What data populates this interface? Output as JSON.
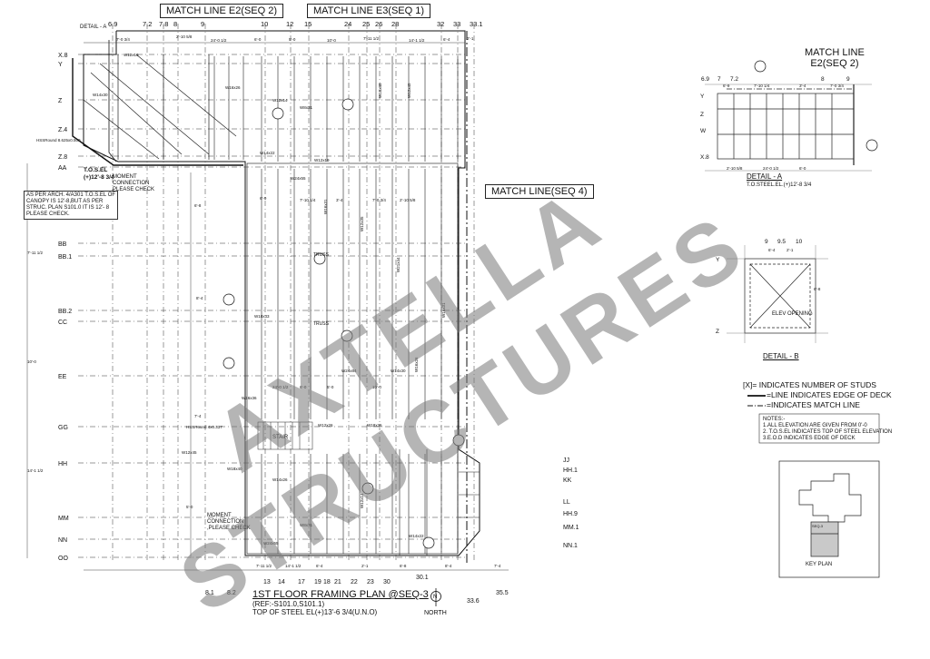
{
  "drawing": {
    "match_lines": {
      "e2_top": "MATCH LINE E2(SEQ 2)",
      "e3_top": "MATCH LINE E3(SEQ 1)",
      "seq4": "MATCH LINE(SEQ 4)",
      "e2_right_line1": "MATCH LINE",
      "e2_right_line2": "E2(SEQ 2)"
    },
    "top_grid": [
      "6.9",
      "7.2",
      "7.8",
      "8",
      "9",
      "10",
      "12",
      "15",
      "24",
      "25",
      "26",
      "28",
      "32",
      "33",
      "33.1"
    ],
    "bottom_grid": [
      "8.1",
      "8.2",
      "13",
      "14",
      "17",
      "19",
      "18",
      "21",
      "22",
      "23",
      "30",
      "30.1",
      "33.6",
      "35.5"
    ],
    "left_grid": [
      "X.8",
      "Y",
      "Z",
      "Z.4",
      "Z.8",
      "AA",
      "BB",
      "BB.1",
      "BB.2",
      "CC",
      "EE",
      "GG",
      "HH",
      "MM",
      "NN",
      "OO"
    ],
    "right_grid": [
      "JJ",
      "HH.1",
      "KK",
      "LL",
      "HH.9",
      "MM.1",
      "NN.1"
    ],
    "detail_a_label": "DETAIL - A",
    "detail_a_plan_label": "DETAIL - A",
    "detail_a_note": "T.O.STEEL.EL.(+)12'-8 3/4",
    "detail_b_label": "DETAIL - B",
    "detail_a_grid_top": [
      "6.9",
      "7",
      "7.2",
      "8",
      "9"
    ],
    "detail_a_grid_left": [
      "Y",
      "Z",
      "W",
      "X.8"
    ],
    "detail_b_grid_top": [
      "9",
      "9.5",
      "10"
    ],
    "detail_b_grid_left": [
      "Y",
      "Z"
    ],
    "elev_opening": "ELEV OPENING",
    "legend": {
      "line1": "[X]= INDICATES  NUMBER OF STUDS",
      "line2": "=LINE INDICATES EDGE OF DECK",
      "line3": "=INDICATES MATCH LINE"
    },
    "notes": {
      "heading": "NOTES:-",
      "n1": "1.ALL ELEVATION ARE GIVEN FROM 0'-0",
      "n2": "2. T.O.S.EL INDICATES TOP OF STEEL ELEVATION",
      "n3": "3.E.O.D INDICATES EDGE OF DECK"
    },
    "key_plan_label": "KEY PLAN",
    "key_plan_seq": "SEQ-3",
    "callouts": {
      "canopy_1": "AS PER ARCH. 4/A301 T.O.S.EL OF",
      "canopy_2": "CANOPY IS 12'-8,BUT AS PER",
      "canopy_3": "STRUC. PLAN S101.0 IT IS 12'- 8",
      "canopy_4": "PLEASE CHECK.",
      "moment_top_1": "MOMENT",
      "moment_top_2": "CONNECTION",
      "moment_top_3": "PLEASE CHECK",
      "moment_bot_1": "MOMENT",
      "moment_bot_2": "CONNECTION",
      "moment_bot_3": ",PLEASE CHECK",
      "tos": "T.O.S.EL",
      "tos_val": "(+)12'-8 3/4",
      "stair": "STAIR",
      "truss": "TRUSS"
    },
    "title": {
      "main": "1ST FLOOR FRAMING PLAN @SEQ-3",
      "ref": "(REF:-S101.0,S101.1)",
      "tos": "TOP OF STEEL EL(+)13'-6 3/4(U.N.O)"
    },
    "north": "NORTH",
    "north_letter": "N",
    "watermark": "AXTELLA STRUCTURES",
    "beam_labels": [
      "W12x19",
      "W14x30",
      "W16x26",
      "W12x14",
      "W8x31",
      "W18x40",
      "W12x45",
      "W14x22",
      "W24x55",
      "W16x31",
      "W10x33",
      "W12x35",
      "W21x44",
      "W16x36",
      "HSSRound 4x0.337",
      "HSSRound 8.625x0.500",
      "W14x26",
      "W12x26",
      "W18x35",
      "W24x84"
    ],
    "dims": [
      "7'-0 3/4",
      "2'-10 5/8",
      "24'-0 1/2",
      "6'-0",
      "5'-0",
      "10'-0",
      "7'-11 1/2",
      "14'-1 1/2",
      "6'-4",
      "2'-1",
      "6'-8",
      "8'-4",
      "7'-4",
      "6'-9",
      "7'-10 1/4",
      "3'-4"
    ],
    "colors": {
      "ink": "#111111",
      "watermark": "#8a8a8a",
      "paper": "#ffffff"
    }
  }
}
